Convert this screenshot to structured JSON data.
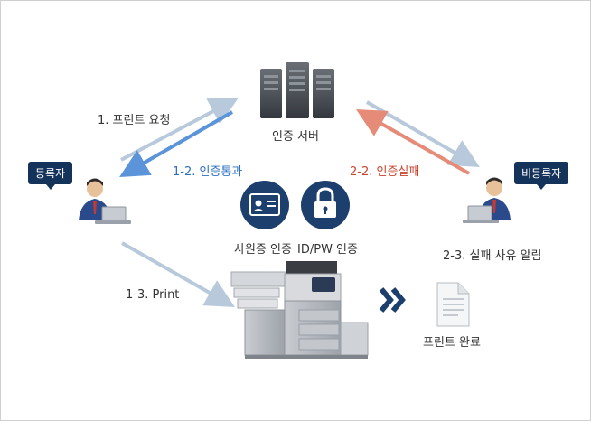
{
  "server": {
    "label": "인증 서버",
    "icon": "server-rack-icon"
  },
  "registered_user": {
    "tag": "등록자",
    "icon": "user-laptop-icon"
  },
  "unregistered_user": {
    "tag": "비등록자",
    "icon": "user-laptop-icon"
  },
  "steps": {
    "s1_1": "1. 프린트 요청",
    "s1_2": "1-2. 인증통과",
    "s1_3": "1-3. Print",
    "s2_2": "2-2. 인증실패",
    "s2_3": "2-3. 실패 사유 알림"
  },
  "auth_methods": {
    "card": {
      "label": "사원증 인증",
      "icon": "id-card-icon"
    },
    "password": {
      "label": "ID/PW 인증",
      "icon": "lock-icon"
    }
  },
  "printer": {
    "icon": "multifunction-printer-icon"
  },
  "result": {
    "label": "프린트 완료",
    "icon": "document-icon"
  },
  "colors": {
    "navy": "#14335a",
    "blue": "#2a6fc2",
    "red": "#c9432d",
    "arrow_gray": "#b8c9dc",
    "arrow_blue": "#5b94d9",
    "arrow_red": "#e58b78"
  }
}
